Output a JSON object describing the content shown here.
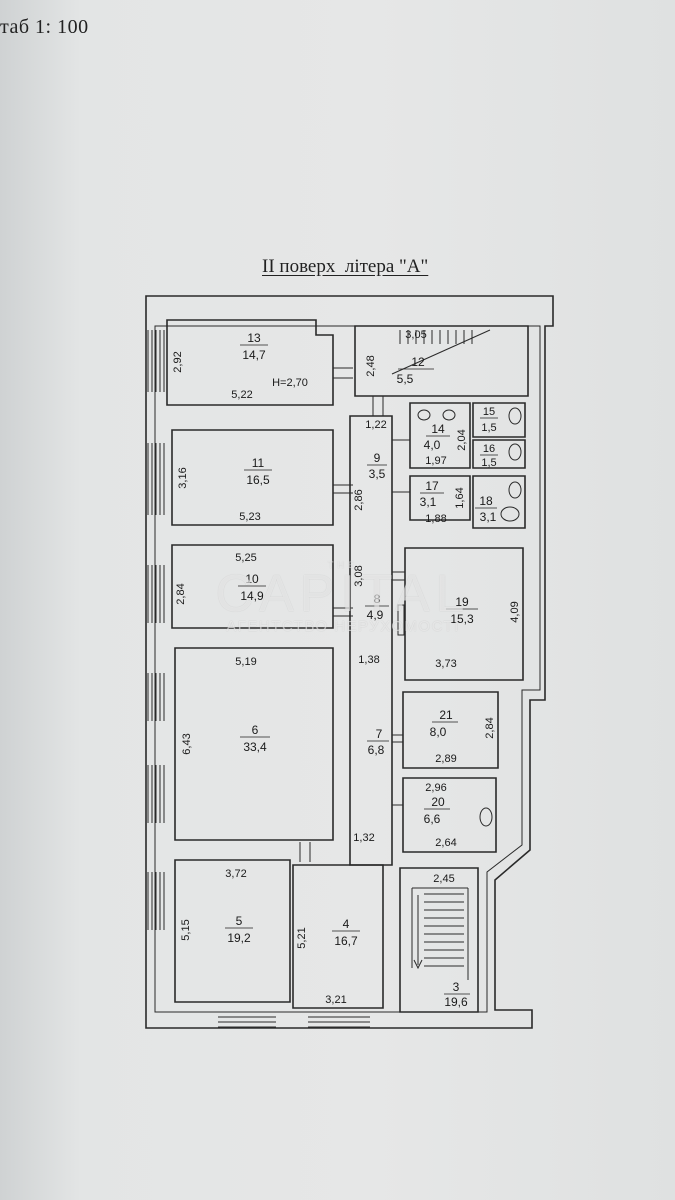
{
  "scale_label": "таб 1: 100",
  "floor_title": "II поверх  літера \"А\"",
  "watermark": {
    "small": "THE",
    "logo": "CAPITAL",
    "subtitle": "АГЕНТСТВО НЕРУХОМОСТІ"
  },
  "rooms": [
    {
      "num": "13",
      "area": "14,7"
    },
    {
      "num": "12",
      "area": "5,5"
    },
    {
      "num": "11",
      "area": "16,5"
    },
    {
      "num": "10",
      "area": "14,9"
    },
    {
      "num": "9",
      "area": "3,5"
    },
    {
      "num": "8",
      "area": "4,9"
    },
    {
      "num": "14",
      "area": "4,0"
    },
    {
      "num": "15",
      "area": "1,5"
    },
    {
      "num": "16",
      "area": "1,5"
    },
    {
      "num": "17",
      "area": "3,1"
    },
    {
      "num": "18",
      "area": "3,1"
    },
    {
      "num": "19",
      "area": "15,3"
    },
    {
      "num": "6",
      "area": "33,4"
    },
    {
      "num": "7",
      "area": "6,8"
    },
    {
      "num": "21",
      "area": "8,0"
    },
    {
      "num": "20",
      "area": "6,6"
    },
    {
      "num": "5",
      "area": "19,2"
    },
    {
      "num": "4",
      "area": "16,7"
    },
    {
      "num": "3",
      "area": "19,6"
    }
  ],
  "dimensions": [
    "2,92",
    "5,22",
    "Н=2,70",
    "2,48",
    "3,05",
    "1,22",
    "3,16",
    "5,23",
    "2,04",
    "1,97",
    "2,86",
    "1,64",
    "1,88",
    "5,25",
    "2,84",
    "3,08",
    "4,09",
    "3,73",
    "5,19",
    "1,38",
    "6,43",
    "2,84",
    "2,89",
    "2,96",
    "2,64",
    "1,32",
    "3,72",
    "5,15",
    "5,21",
    "2,45",
    "3,21"
  ]
}
